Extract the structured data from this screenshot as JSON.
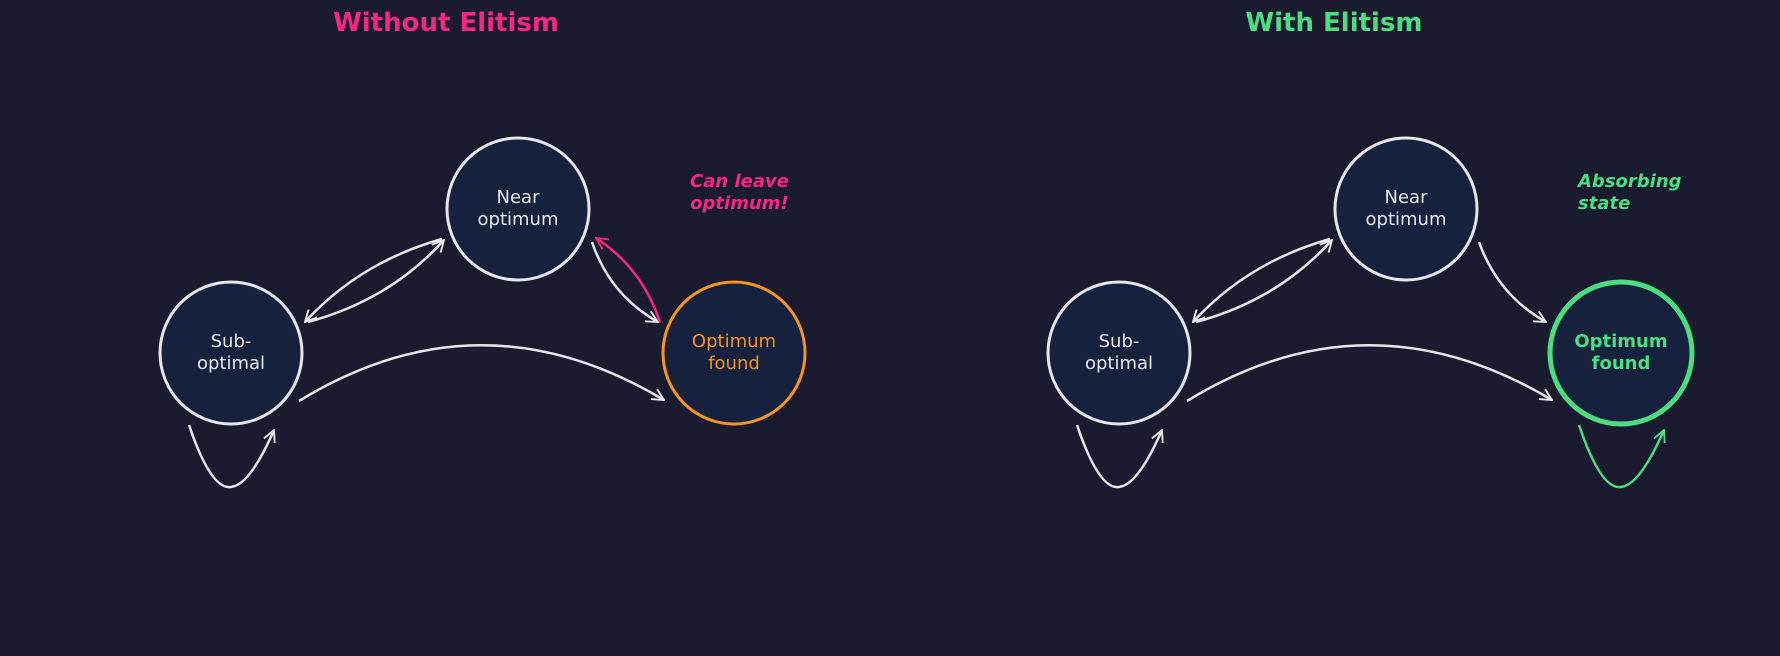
{
  "colors": {
    "background": "#1a1b2e",
    "node_fill": "#16213e",
    "node_stroke": "#e6e6ea",
    "without_accent": "#f72585",
    "optimum_orange": "#f7931e",
    "with_accent": "#4ade80",
    "edge": "#e6e6ea"
  },
  "panels": [
    {
      "title": "Without Elitism",
      "annotation": [
        "Can leave",
        "optimum!"
      ],
      "nodes": {
        "sub": [
          "Sub-",
          "optimal"
        ],
        "near": [
          "Near",
          "optimum"
        ],
        "opt": [
          "Optimum",
          "found"
        ]
      }
    },
    {
      "title": "With Elitism",
      "annotation": [
        "Absorbing",
        "state"
      ],
      "nodes": {
        "sub": [
          "Sub-",
          "optimal"
        ],
        "near": [
          "Near",
          "optimum"
        ],
        "opt": [
          "Optimum",
          "found"
        ]
      }
    }
  ],
  "chart_data": {
    "type": "diagram",
    "diagrams": [
      {
        "title": "Without Elitism",
        "states": [
          "Sub-optimal",
          "Near optimum",
          "Optimum found"
        ],
        "transitions": [
          [
            "Sub-optimal",
            "Sub-optimal"
          ],
          [
            "Sub-optimal",
            "Near optimum"
          ],
          [
            "Near optimum",
            "Sub-optimal"
          ],
          [
            "Sub-optimal",
            "Optimum found"
          ],
          [
            "Near optimum",
            "Optimum found"
          ],
          [
            "Optimum found",
            "Near optimum"
          ]
        ],
        "annotation": "Can leave optimum!"
      },
      {
        "title": "With Elitism",
        "states": [
          "Sub-optimal",
          "Near optimum",
          "Optimum found"
        ],
        "transitions": [
          [
            "Sub-optimal",
            "Sub-optimal"
          ],
          [
            "Sub-optimal",
            "Near optimum"
          ],
          [
            "Near optimum",
            "Sub-optimal"
          ],
          [
            "Sub-optimal",
            "Optimum found"
          ],
          [
            "Near optimum",
            "Optimum found"
          ],
          [
            "Optimum found",
            "Optimum found"
          ]
        ],
        "annotation": "Absorbing state"
      }
    ]
  }
}
